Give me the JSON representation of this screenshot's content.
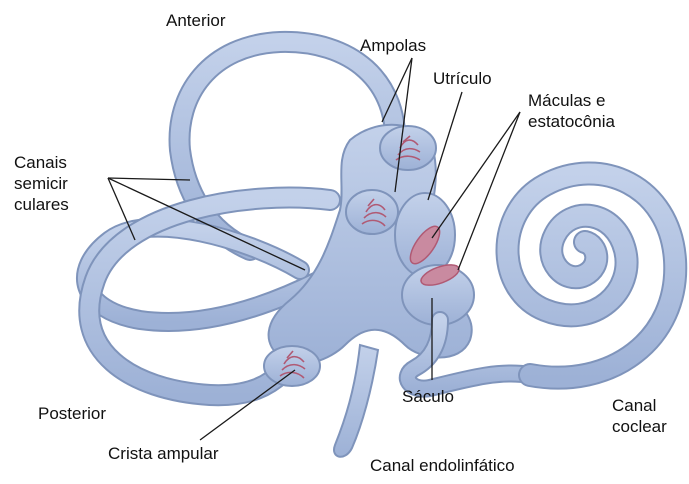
{
  "labels": {
    "anterior": "Anterior",
    "ampolas": "Ampolas",
    "utriculo": "Utrículo",
    "maculas": "Máculas e estatocônia",
    "canais": "Canais semicir culares",
    "posterior": "Posterior",
    "crista": "Crista ampular",
    "sacculo": "Sáculo",
    "canal_endolinfatico": "Canal endolinfático",
    "canal_coclear": "Canal coclear"
  },
  "colors": {
    "membrane_fill": "#a9bcdc",
    "membrane_edge": "#7f94bb",
    "highlight": "#dbe4f3",
    "sensory": "#b05a74",
    "leader": "#1a1a1a",
    "text": "#111111"
  }
}
